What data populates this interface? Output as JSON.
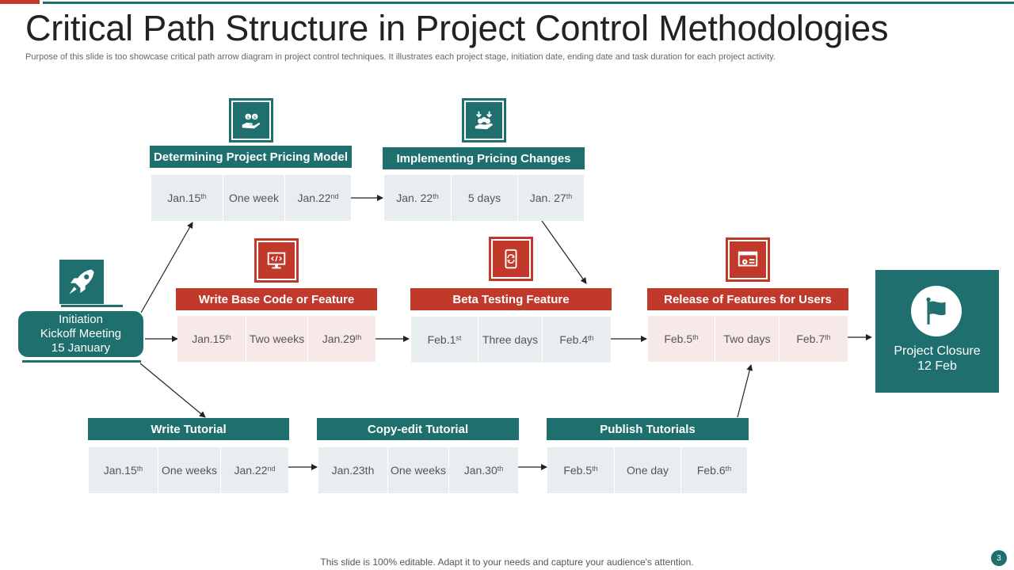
{
  "title": "Critical Path Structure in Project Control Methodologies",
  "subtitle": "Purpose of this slide is too showcase critical path arrow diagram in project control techniques. It illustrates each project stage, initiation date, ending date and task duration for each project activity.",
  "colors": {
    "teal": "#1f6f6f",
    "red": "#c0392b",
    "gray_cell": "#e8eef0",
    "pink_cell": "#f7e9e7"
  },
  "initiation": {
    "icon": "rocket-icon",
    "line1": "Initiation",
    "line2": "Kickoff Meeting",
    "line3": "15 January"
  },
  "closure": {
    "icon": "flag-icon",
    "line1": "Project Closure",
    "line2": "12 Feb"
  },
  "tasks": {
    "pricing_model": {
      "icon": "hand-money-icon",
      "title": "Determining Project Pricing Model",
      "start": "Jan.15",
      "start_sup": "th",
      "duration": "One week",
      "end": "Jan.22",
      "end_sup": "nd"
    },
    "pricing_changes": {
      "icon": "money-exchange-icon",
      "title": "Implementing Pricing Changes",
      "start": "Jan. 22",
      "start_sup": "th",
      "duration": "5 days",
      "end": "Jan. 27",
      "end_sup": "th"
    },
    "base_code": {
      "icon": "code-monitor-icon",
      "title": "Write Base Code or Feature",
      "start": "Jan.15",
      "start_sup": "th",
      "duration": "Two weeks",
      "end": "Jan.29",
      "end_sup": "th"
    },
    "beta_testing": {
      "icon": "mobile-refresh-icon",
      "title": "Beta Testing Feature",
      "start": "Feb.1",
      "start_sup": "st",
      "duration": "Three days",
      "end": "Feb.4",
      "end_sup": "th"
    },
    "release": {
      "icon": "browser-settings-icon",
      "title": "Release of Features for Users",
      "start": "Feb.5",
      "start_sup": "th",
      "duration": "Two  days",
      "end": "Feb.7",
      "end_sup": "th"
    },
    "write_tutorial": {
      "title": "Write Tutorial",
      "start": "Jan.15",
      "start_sup": "th",
      "duration": "One weeks",
      "end": "Jan.22",
      "end_sup": "nd"
    },
    "copyedit": {
      "title": "Copy-edit Tutorial",
      "start": "Jan.23th",
      "start_sup": "",
      "duration": "One weeks",
      "end": "Jan.30",
      "end_sup": "th"
    },
    "publish": {
      "title": "Publish Tutorials",
      "start": "Feb.5",
      "start_sup": "th",
      "duration": "One day",
      "end": "Feb.6",
      "end_sup": "th"
    }
  },
  "footer": "This slide is 100% editable. Adapt it to your needs and capture your audience's attention.",
  "page_number": "3"
}
